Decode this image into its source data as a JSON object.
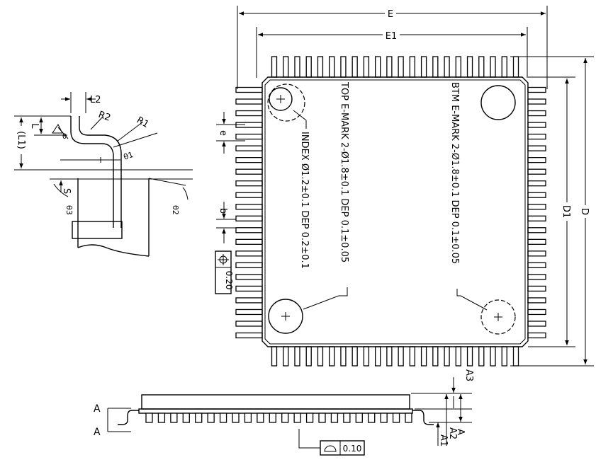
{
  "top_view": {
    "dim_E": "E",
    "dim_E1": "E1",
    "dim_D": "D",
    "dim_D1": "D1",
    "dim_e": "e",
    "dim_b": "b",
    "top_emark_note": "TOP E-MARK 2-Ø1.8±0.1 DEP 0.1±0.05",
    "index_note": "INDEX Ø1.2±0.1 DEP 0.2±0.1",
    "btm_emark_note": "BTM E-MARK 2-Ø1.8±0.1 DEP 0.1±0.05",
    "position_tolerance": "0.20"
  },
  "detail_view": {
    "dim_L2": "L2",
    "dim_R2": "R2",
    "dim_R1": "R1",
    "dim_L": "L",
    "dim_L1": "(L1)",
    "dim_S": "S",
    "angle_theta": "θ",
    "angle_theta1": "θ1",
    "angle_theta2": "θ2",
    "angle_theta3": "θ3"
  },
  "side_view": {
    "section_label_top": "A",
    "section_label_bottom": "A",
    "dim_A3": "A3",
    "dim_A": "A",
    "dim_A2": "A2",
    "dim_A1": "A1",
    "flatness_tolerance": "0.10"
  }
}
